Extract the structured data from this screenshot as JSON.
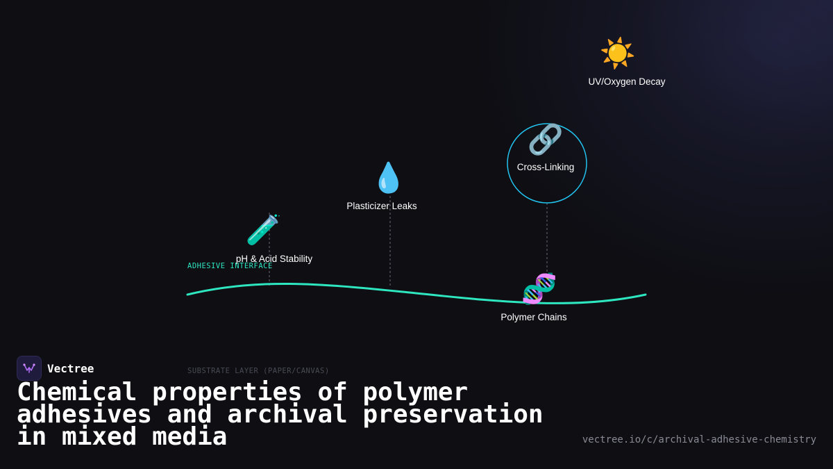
{
  "diagram": {
    "interface_label": "ADHESIVE INTERFACE",
    "substrate_label": "SUBSTRATE LAYER (PAPER/CANVAS)",
    "nodes": [
      {
        "label": "pH & Acid Stability",
        "icon": "🧪",
        "icon_name": "test-tube-icon"
      },
      {
        "label": "Plasticizer Leaks",
        "icon": "💧",
        "icon_name": "droplet-icon"
      },
      {
        "label": "Cross-Linking",
        "icon": "🔗",
        "icon_name": "link-icon",
        "highlighted": true
      },
      {
        "label": "UV/Oxygen Decay",
        "icon": "☀️",
        "icon_name": "sun-icon"
      },
      {
        "label": "Polymer Chains",
        "icon": "🧬",
        "icon_name": "dna-icon"
      }
    ],
    "colors": {
      "interface_line": "#2ee6c0",
      "highlight_ring": "#22c3ee",
      "dashed_connector": "#6a6a75"
    }
  },
  "footer": {
    "brand": "Vectree",
    "title": "Chemical properties of polymer adhesives and archival preservation in mixed media",
    "url": "vectree.io/c/archival-adhesive-chemistry"
  }
}
